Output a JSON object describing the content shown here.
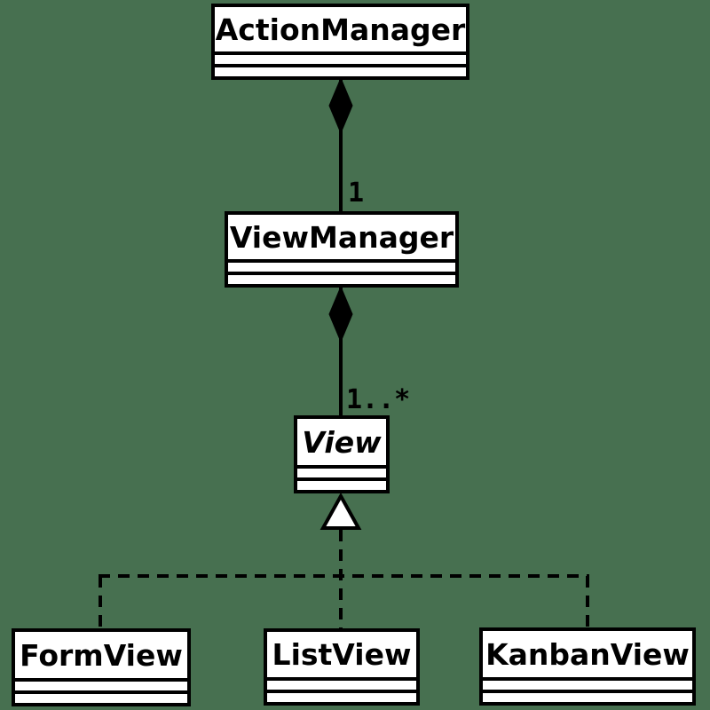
{
  "diagram": {
    "kind": "uml-class-diagram",
    "background_color": "#477050",
    "box_fill_color": "#ffffff",
    "line_color": "#000000",
    "classes": [
      {
        "name": "ActionManager",
        "abstract": false,
        "attributes": [],
        "methods": []
      },
      {
        "name": "ViewManager",
        "abstract": false,
        "attributes": [],
        "methods": []
      },
      {
        "name": "View",
        "abstract": true,
        "attributes": [],
        "methods": []
      },
      {
        "name": "FormView",
        "abstract": false,
        "attributes": [],
        "methods": []
      },
      {
        "name": "ListView",
        "abstract": false,
        "attributes": [],
        "methods": []
      },
      {
        "name": "KanbanView",
        "abstract": false,
        "attributes": [],
        "methods": []
      }
    ],
    "relations": [
      {
        "type": "composition",
        "owner": "ActionManager",
        "part": "ViewManager",
        "multiplicity": "1"
      },
      {
        "type": "composition",
        "owner": "ViewManager",
        "part": "View",
        "multiplicity": "1..*"
      },
      {
        "type": "generalization-dashed",
        "parent": "View",
        "children": [
          "FormView",
          "ListView",
          "KanbanView"
        ]
      }
    ]
  }
}
